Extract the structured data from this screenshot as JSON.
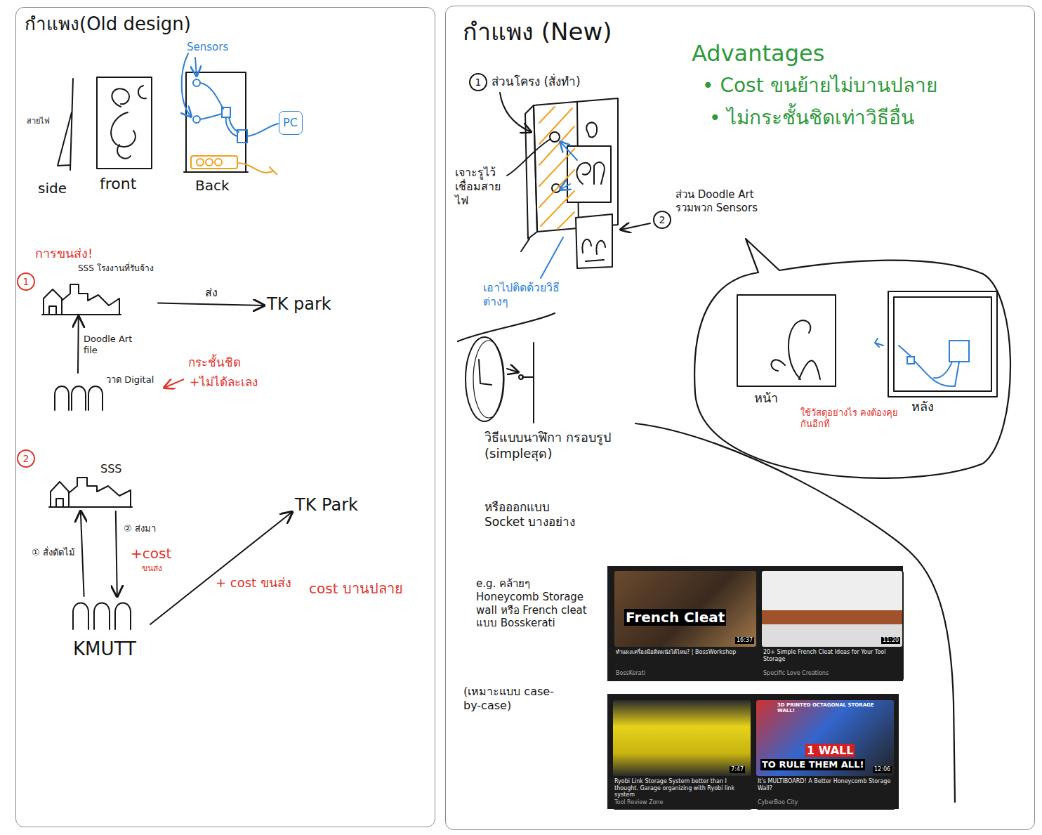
{
  "diagram": {
    "nodes": [
      {
        "text": [
          "กำแพง(Old design)"
        ]
      },
      {
        "text": [
          "PC"
        ],
        "in": 0
      },
      {
        "text": [
          "SSS โรงงานที่รับจ้าง"
        ],
        "in": 0
      },
      {
        "text": [
          "TK park"
        ],
        "in": 0
      },
      {
        "text": [
          "วาด Digital"
        ],
        "in": 0
      },
      {
        "text": [
          "SSS"
        ],
        "in": 0
      },
      {
        "text": [
          "KMUTT"
        ],
        "in": 0
      },
      {
        "text": [
          "TK Park"
        ],
        "in": 0
      },
      {
        "text": [
          "กำแพง (New)"
        ]
      },
      {
        "text": [
          "French Cleat",
          "16:37",
          "ทำแผงเครื่องมือติดผนังได้ไหม? | BossWorkshop",
          "BossKerati"
        ],
        "in": 8
      },
      {
        "text": [
          "11:20",
          "20+ Simple French Cleat Ideas for Your Tool Storage",
          "Specific Love Creations"
        ],
        "in": 8
      },
      {
        "text": [
          "7:47",
          "Ryobi Link Storage System better than I thought. Garage organizing with Ryobi link system",
          "Tool Review Zone"
        ],
        "in": 8
      },
      {
        "text": [
          "3D PRINTED OCTAGONAL STORAGE WALL!",
          "1 WALL",
          "TO RULE THEM ALL!",
          "12:06",
          "It's MULTIBOARD! A Better Honeycomb Storage Wall?",
          "CyberBoo City"
        ],
        "in": 8
      }
    ],
    "edges": [
      {
        "from": 4,
        "to": 2,
        "arrow": "to",
        "label": "Doodle Art file"
      },
      {
        "from": 2,
        "to": 3,
        "arrow": "to",
        "label": "ส่ง"
      },
      {
        "from": 6,
        "to": 5,
        "arrow": "to",
        "label": "① สั่งตัดไม้"
      },
      {
        "from": 5,
        "to": 6,
        "arrow": "to",
        "label": "② ส่งมา"
      },
      {
        "from": 6,
        "to": 7,
        "arrow": "to",
        "label": "+ cost ขนส่ง"
      }
    ],
    "labels": [
      "สายไฟ",
      "Sensors",
      "side",
      "front",
      "Back",
      "การขนส่ง!",
      "1",
      "กระชั้นชิด",
      "+ไม่ได้ละเลง",
      "2",
      "+cost",
      "ขนส่ง",
      "cost บานปลาย",
      "Advantages",
      "• Cost ขนย้ายไม่บานปลาย",
      "• ไม่กระชั้นชิดเท่าวิธีอื่น",
      "1",
      "ส่วนโครง (สั่งทำ)",
      "เจาะรูไว้เชื่อมสายไฟ",
      "2",
      "ส่วน Doodle Art รวมพวก Sensors",
      "เอาไปติดด้วยวิธีต่างๆ",
      "หน้า",
      "หลัง",
      "ใช้วัสดุอย่างไร คงต้องคุยกันอีกที",
      "วิธีแบบนาฬิกา กรอบรูป (simpleสุด)",
      "หรือออกแบบ Socket บางอย่าง",
      "e.g. คล้ายๆ Honeycomb Storage wall หรือ French cleat แบบ Bosskerati",
      "(เหมาะแบบ case-by-case)"
    ]
  }
}
